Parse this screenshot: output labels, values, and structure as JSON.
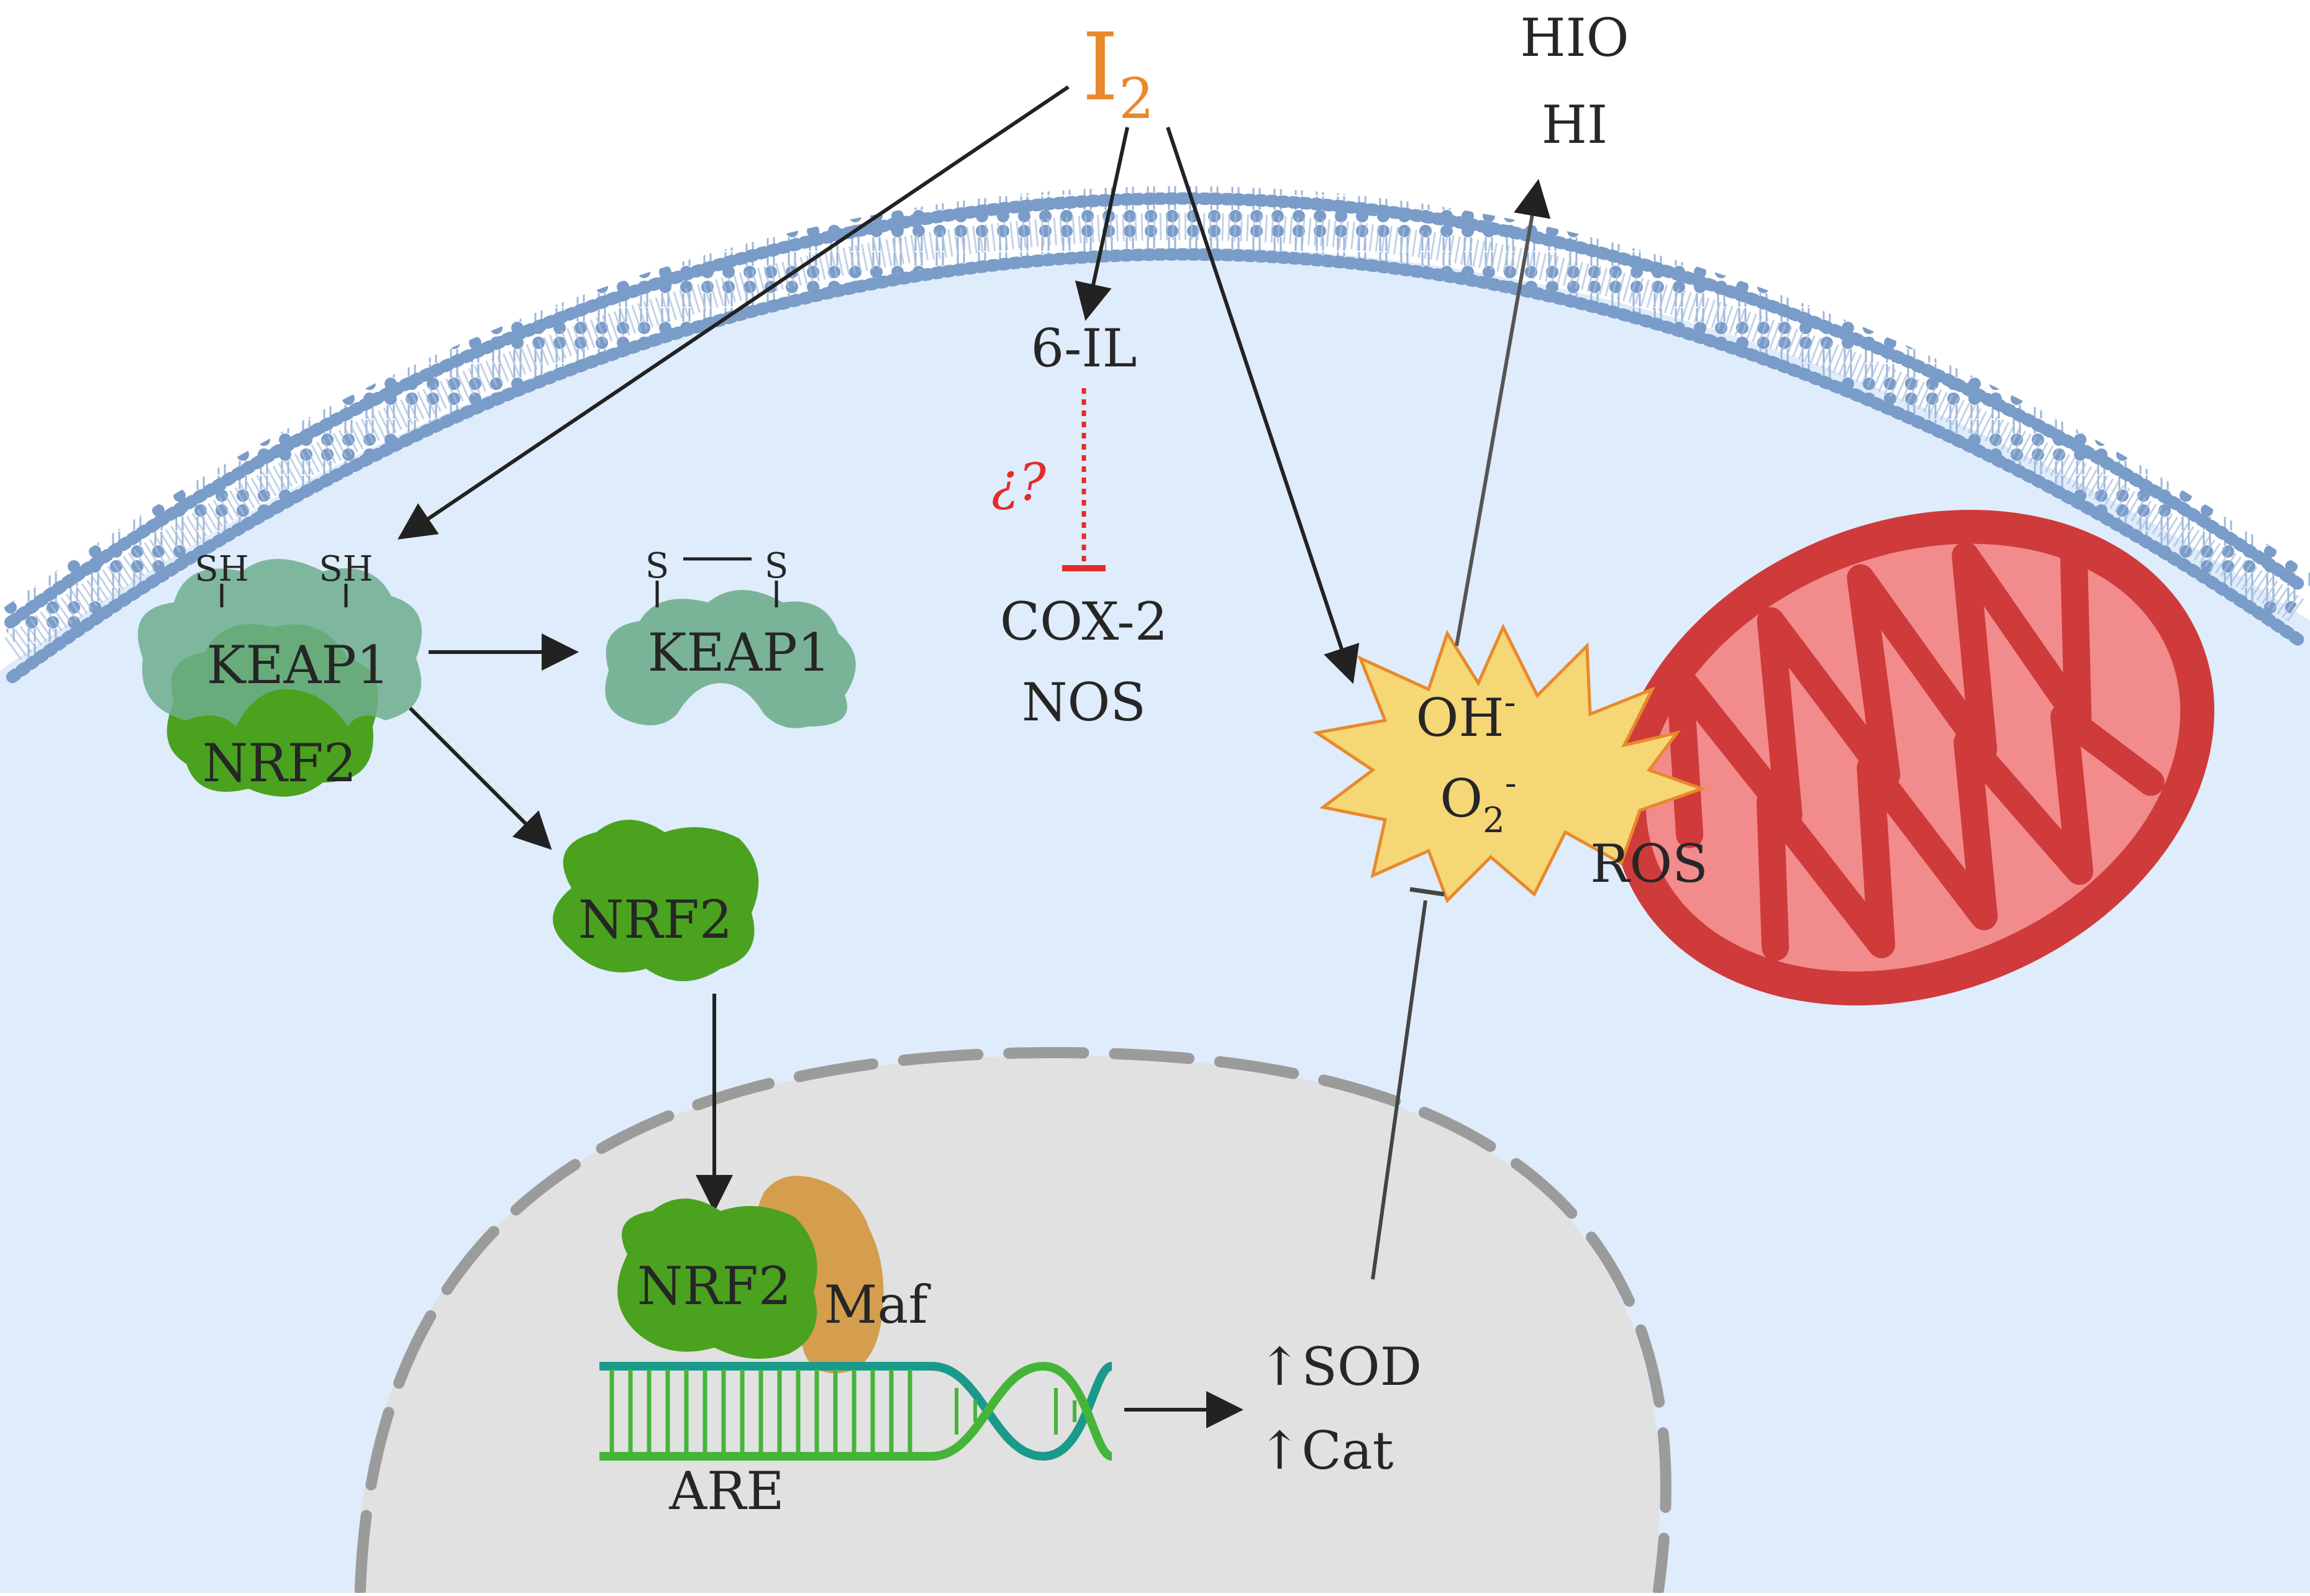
{
  "colors": {
    "cytoplasm": "#deecfb",
    "membrane": "#7a9cc8",
    "nucleus": "#e1e1e1",
    "nuclear_envelope": "#9b9b9b",
    "keap1": "#6fae8d",
    "nrf2": "#4aa21f",
    "maf": "#d39a46",
    "mito_outer": "#cf3a3a",
    "mito_inner": "#f28b8b",
    "ros_burst": "#f6d776",
    "iodine": "#e8892b",
    "inhibit_dashed": "#e32b2b",
    "dna_a": "#45b53a",
    "dna_b": "#1a9a8a"
  },
  "labels": {
    "iodine_main": "I",
    "iodine_sub": "2",
    "hio": "HIO",
    "hi": "HI",
    "six_il": "6-IL",
    "question": "¿?",
    "cox2": "COX-2",
    "nos": "NOS",
    "sh_left": "SH",
    "sh_right": "SH",
    "s_left": "S",
    "s_right": "S",
    "keap1_bound": "KEAP1",
    "keap1_free": "KEAP1",
    "nrf2_bound": "NRF2",
    "nrf2_free": "NRF2",
    "nrf2_nuclear": "NRF2",
    "maf": "Maf",
    "are": "ARE",
    "oh": "OH",
    "oh_sup": "-",
    "o2": "O",
    "o2_sub": "2",
    "o2_sup": "-",
    "ros": "ROS",
    "sod": "↑SOD",
    "cat": "↑Cat"
  }
}
